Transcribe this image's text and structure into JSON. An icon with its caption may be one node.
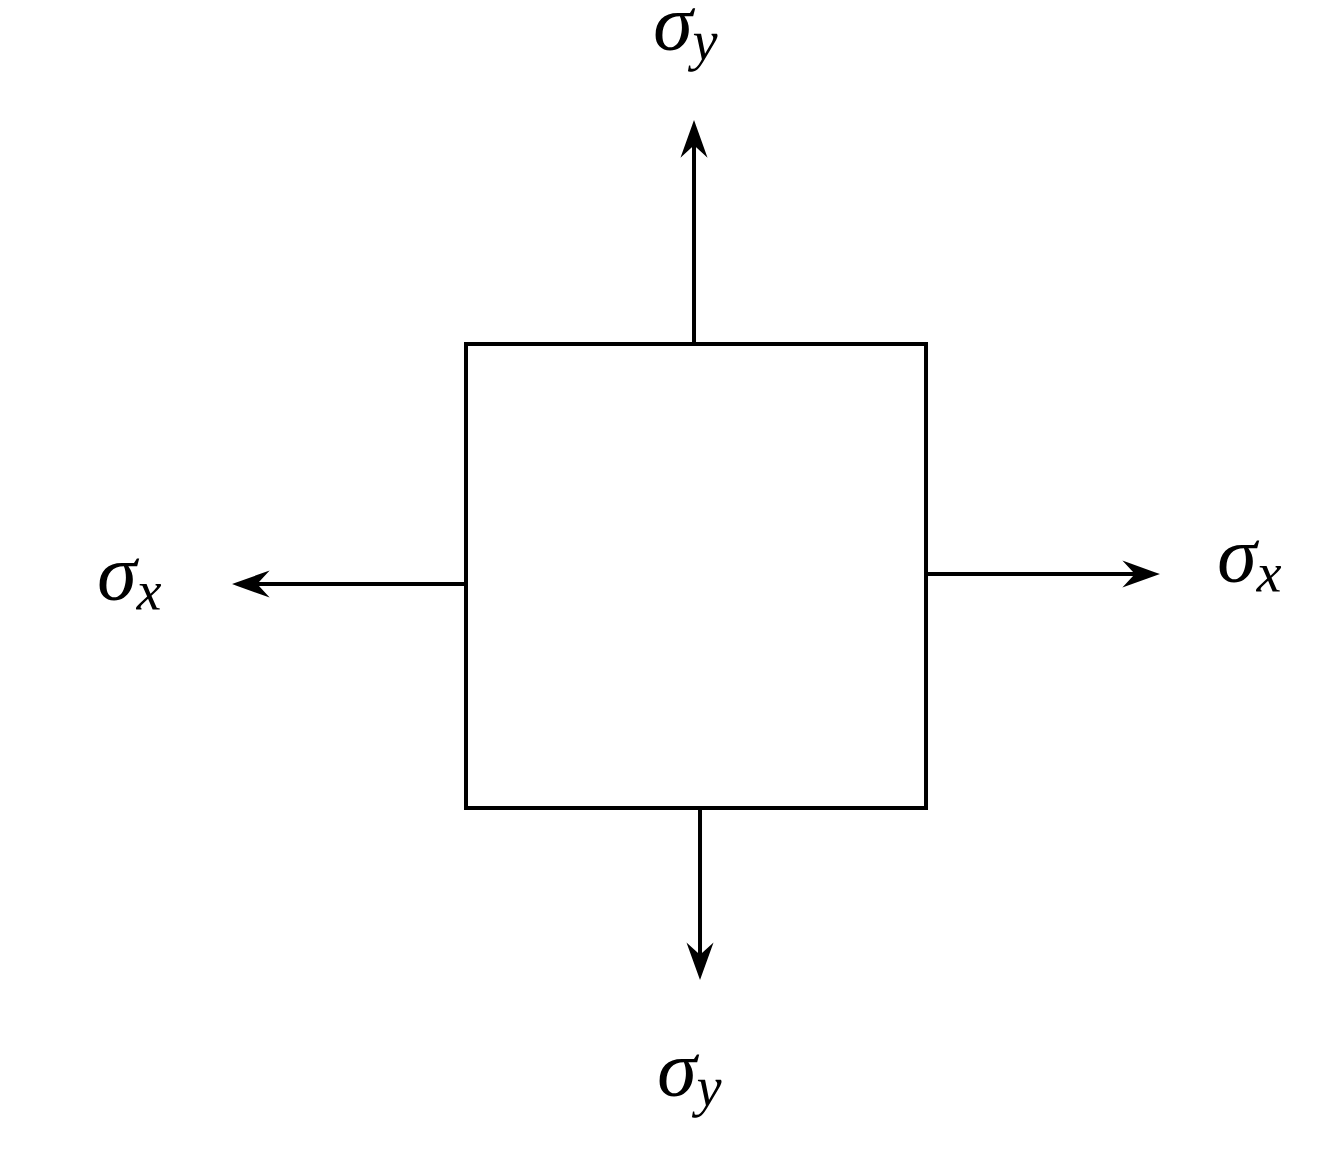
{
  "diagram": {
    "nodes": [
      {
        "text": [],
        "shape": "box"
      }
    ],
    "labels": [
      "σ$_{y}$",
      "σ$_{x}$",
      "σ$_{x}$",
      "σ$_{y}$"
    ]
  }
}
